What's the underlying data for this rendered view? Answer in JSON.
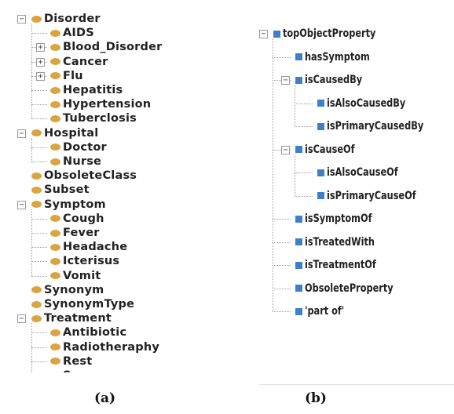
{
  "colors": {
    "class_dot": "#d9a441",
    "property_square": "#3d7fc8"
  },
  "icons": {
    "class_node": "gold-ellipse-icon",
    "property_node": "blue-square-icon",
    "expanded": "minus-icon",
    "collapsed": "plus-icon"
  },
  "panel_a": {
    "items": [
      {
        "label": "Disorder",
        "depth": 0,
        "toggle": "minus"
      },
      {
        "label": "AIDS",
        "depth": 1,
        "toggle": ""
      },
      {
        "label": "Blood_Disorder",
        "depth": 1,
        "toggle": "plus"
      },
      {
        "label": "Cancer",
        "depth": 1,
        "toggle": "plus"
      },
      {
        "label": "Flu",
        "depth": 1,
        "toggle": "plus"
      },
      {
        "label": "Hepatitis",
        "depth": 1,
        "toggle": ""
      },
      {
        "label": "Hypertension",
        "depth": 1,
        "toggle": ""
      },
      {
        "label": "Tuberclosis",
        "depth": 1,
        "toggle": ""
      },
      {
        "label": "Hospital",
        "depth": 0,
        "toggle": "minus"
      },
      {
        "label": "Doctor",
        "depth": 1,
        "toggle": ""
      },
      {
        "label": "Nurse",
        "depth": 1,
        "toggle": ""
      },
      {
        "label": "ObsoleteClass",
        "depth": 0,
        "toggle": ""
      },
      {
        "label": "Subset",
        "depth": 0,
        "toggle": ""
      },
      {
        "label": "Symptom",
        "depth": 0,
        "toggle": "minus"
      },
      {
        "label": "Cough",
        "depth": 1,
        "toggle": ""
      },
      {
        "label": "Fever",
        "depth": 1,
        "toggle": ""
      },
      {
        "label": "Headache",
        "depth": 1,
        "toggle": ""
      },
      {
        "label": "Icterisus",
        "depth": 1,
        "toggle": ""
      },
      {
        "label": "Vomit",
        "depth": 1,
        "toggle": ""
      },
      {
        "label": "Synonym",
        "depth": 0,
        "toggle": ""
      },
      {
        "label": "SynonymType",
        "depth": 0,
        "toggle": ""
      },
      {
        "label": "Treatment",
        "depth": 0,
        "toggle": "minus"
      },
      {
        "label": "Antibiotic",
        "depth": 1,
        "toggle": ""
      },
      {
        "label": "Radiotheraphy",
        "depth": 1,
        "toggle": ""
      },
      {
        "label": "Rest",
        "depth": 1,
        "toggle": ""
      },
      {
        "label": "Surgery",
        "depth": 1,
        "toggle": ""
      }
    ]
  },
  "panel_b": {
    "items": [
      {
        "label": "topObjectProperty",
        "depth": 0,
        "toggle": "minus"
      },
      {
        "label": "hasSymptom",
        "depth": 1,
        "toggle": ""
      },
      {
        "label": "isCausedBy",
        "depth": 1,
        "toggle": "minus"
      },
      {
        "label": "isAlsoCausedBy",
        "depth": 2,
        "toggle": ""
      },
      {
        "label": "isPrimaryCausedBy",
        "depth": 2,
        "toggle": ""
      },
      {
        "label": "isCauseOf",
        "depth": 1,
        "toggle": "minus"
      },
      {
        "label": "isAlsoCauseOf",
        "depth": 2,
        "toggle": ""
      },
      {
        "label": "isPrimaryCauseOf",
        "depth": 2,
        "toggle": ""
      },
      {
        "label": "isSymptomOf",
        "depth": 1,
        "toggle": ""
      },
      {
        "label": "isTreatedWith",
        "depth": 1,
        "toggle": ""
      },
      {
        "label": "isTreatmentOf",
        "depth": 1,
        "toggle": ""
      },
      {
        "label": "ObsoleteProperty",
        "depth": 1,
        "toggle": ""
      },
      {
        "label": "'part of'",
        "depth": 1,
        "toggle": ""
      }
    ]
  },
  "captions": {
    "a": "(a)",
    "b": "(b)"
  }
}
